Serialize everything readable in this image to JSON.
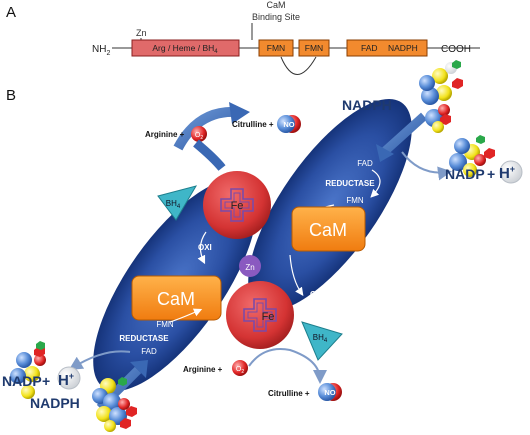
{
  "panel_a": {
    "label": "A",
    "n_terminus": "NH",
    "n_sub": "2",
    "c_terminus": "COOH",
    "zn": "Zn",
    "cam_site_line1": "CaM",
    "cam_site_line2": "Binding Site",
    "domains": {
      "oxygenase": "Arg / Heme / BH",
      "oxygenase_sub": "4",
      "fmn1": "FMN",
      "fmn2": "FMN",
      "fad": "FAD",
      "nadph": "NADPH"
    }
  },
  "panel_b": {
    "label": "B",
    "top_arginine": "Arginine +",
    "top_citrulline": "Citrulline +",
    "o2": "O",
    "o2_sub": "2",
    "no": "NO",
    "nadph_top": "NADPH",
    "nadph_bottom": "NADPH",
    "nadp_right": "NADP",
    "nadp_left": "NADP",
    "plus": "+",
    "h": "H",
    "h_sup": "+",
    "reductase_right_fad": "FAD",
    "reductase_right_label": "REDUCTASE",
    "reductase_right_fmn": "FMN",
    "cam_right": "CaM",
    "oxygenase_right": "OXIGENASE",
    "fe_top": "Fe",
    "fe_bottom": "Fe",
    "zn": "Zn",
    "bh4_top": "BH",
    "bh4_top_sub": "4",
    "bh4_bottom": "BH",
    "bh4_bottom_sub": "4",
    "oxi_left": "OXI",
    "cam_left": "CaM",
    "fmn_left": "FMN",
    "reductase_left_label": "REDUCTASE",
    "fad_left": "FAD",
    "bottom_arginine": "Arginine +",
    "bottom_citrulline": "Citrulline +"
  }
}
